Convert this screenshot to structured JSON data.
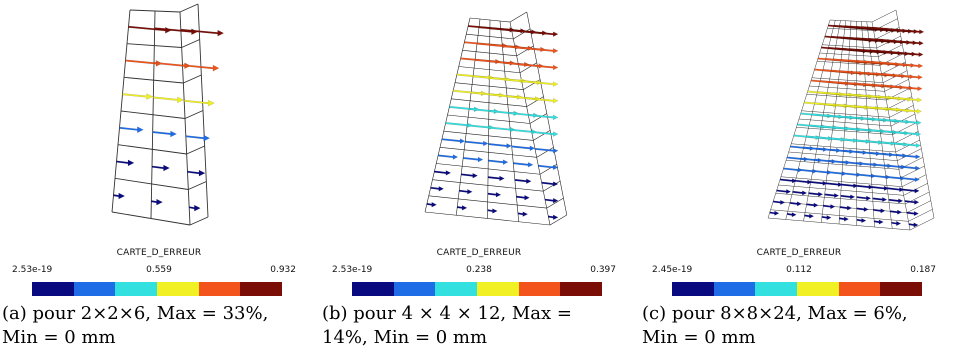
{
  "colors": [
    "#0a0a80",
    "#1f6de6",
    "#33e0e0",
    "#f0f024",
    "#f2541c",
    "#7a0e06"
  ],
  "panels": [
    {
      "cbar_title": "CARTE_D_ERREUR",
      "min": "2.53e-19",
      "mid": "0.559",
      "max": "0.932",
      "caption_line1": "(a) pour 2×2×6, Max = 33%,",
      "caption_line2": "Min = 0 mm",
      "grid": {
        "nx": 2,
        "nz": 6
      }
    },
    {
      "cbar_title": "CARTE_D_ERREUR",
      "min": "2.53e-19",
      "mid": "0.238",
      "max": "0.397",
      "caption_line1": "(b) pour 4 × 4 × 12, Max =",
      "caption_line2": "14%, Min = 0 mm",
      "grid": {
        "nx": 4,
        "nz": 12
      }
    },
    {
      "cbar_title": "CARTE_D_ERREUR",
      "min": "2.45e-19",
      "mid": "0.112",
      "max": "0.187",
      "caption_line1": "(c) pour 8×8×24, Max = 6%,",
      "caption_line2": "Min = 0 mm",
      "grid": {
        "nx": 8,
        "nz": 24
      }
    }
  ]
}
